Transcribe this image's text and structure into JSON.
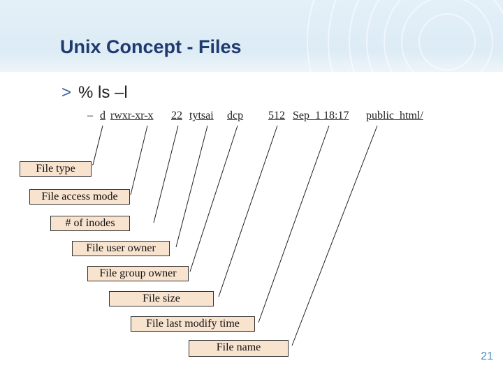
{
  "title": "Unix Concept - Files",
  "bullet": {
    "marker": ">",
    "text": "% ls –l"
  },
  "command_output": {
    "dash": "–",
    "file_type": "d",
    "access_mode": "rwxr-xr-x",
    "inodes": "22",
    "user_owner": "tytsai",
    "group_owner": "dcp",
    "size": "512",
    "modify_time": "Sep  1 18:17",
    "name": "public_html/"
  },
  "labels": {
    "file_type": "File type",
    "access_mode": "File access mode",
    "inodes": "# of inodes",
    "user_owner": "File user owner",
    "group_owner": "File group owner",
    "size": "File size",
    "modify_time": "File last modify time",
    "name": "File name"
  },
  "page_number": "21",
  "colors": {
    "title": "#1f3a6e",
    "label_fill": "#f8e3cf",
    "page_number": "#4a8ec4",
    "header_band": "#dcebf5"
  }
}
